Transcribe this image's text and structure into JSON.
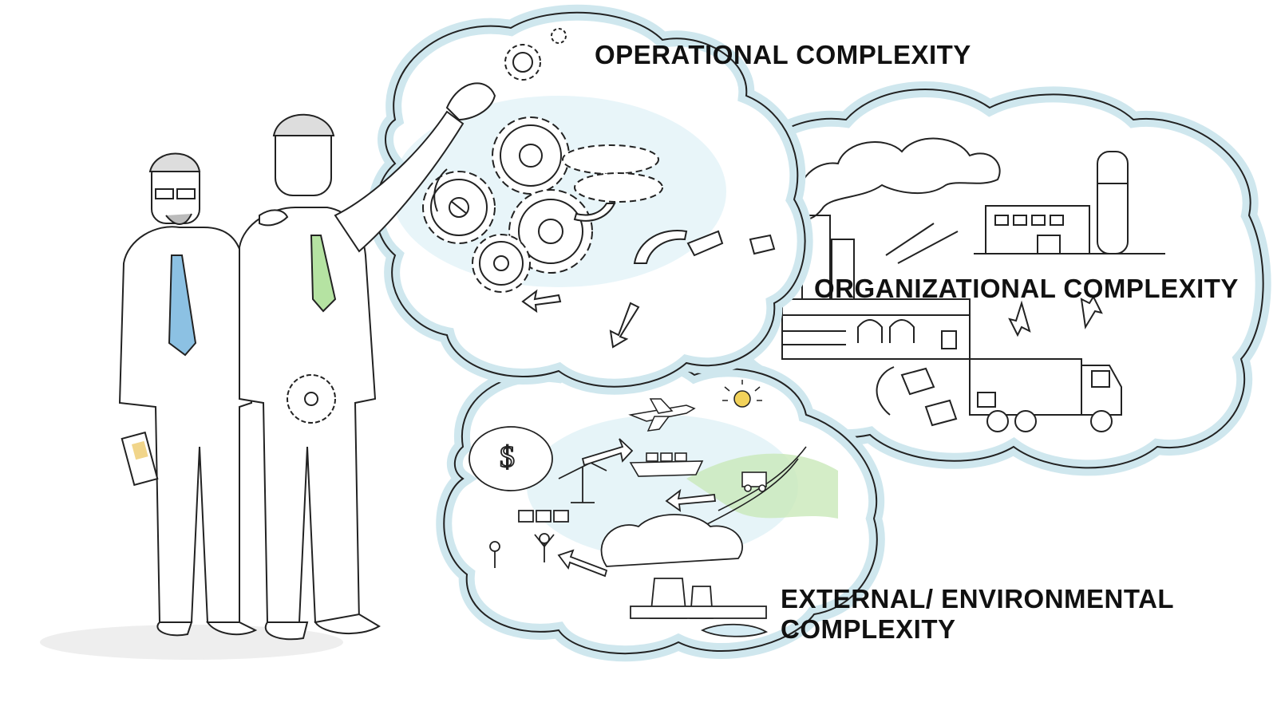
{
  "labels": {
    "operational": "OPERATIONAL COMPLEXITY",
    "organizational": "ORGANIZATIONAL COMPLEXITY",
    "external_line1": "EXTERNAL/ ENVIRONMENTAL",
    "external_line2": "COMPLEXITY"
  },
  "colors": {
    "cloud_halo": "#cfe7ee",
    "cloud_fill": "#ffffff",
    "sky_wash": "#d6ecf4",
    "tie_blue": "#8cc1e3",
    "tie_green": "#b5e3a2",
    "ink": "#111111",
    "grass": "#c9e8b9",
    "sun": "#f2d25a"
  }
}
